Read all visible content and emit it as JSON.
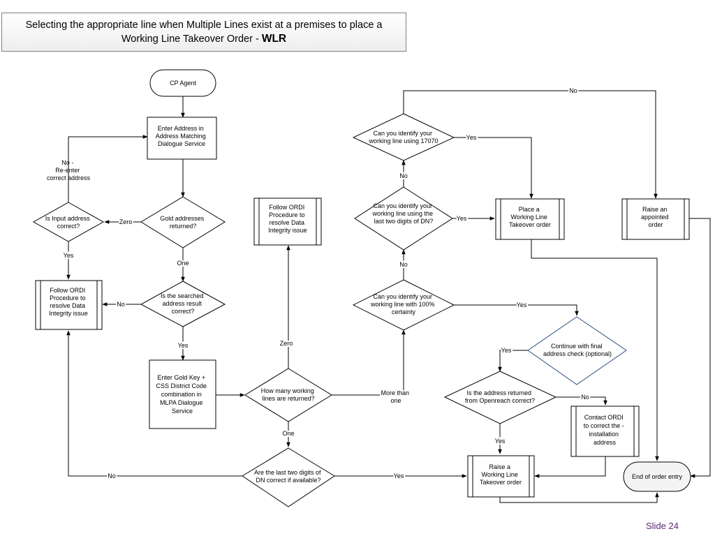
{
  "title": {
    "main": "Selecting the appropriate line when Multiple Lines exist at a premises to place a Working Line Takeover Order -",
    "emphasis": "WLR"
  },
  "slide_label": "Slide 24",
  "nodes": {
    "start": [
      "CP Agent"
    ],
    "enter_address": [
      "Enter  Address in",
      "Address Matching",
      "Dialogue Service"
    ],
    "gold_returned": [
      "Gold addresses",
      "returned?"
    ],
    "input_correct": [
      "Is Input address",
      "correct?"
    ],
    "ordi_left": [
      "Follow ORDI",
      "Procedure to",
      "resolve Data",
      "Integrity issue"
    ],
    "searched_correct": [
      "Is the searched",
      "address result",
      "correct?"
    ],
    "enter_gold_key": [
      "Enter Gold Key +",
      "CSS District Code",
      "combination in",
      "MLPA Dialogue",
      "Service"
    ],
    "how_many_lines": [
      "How many working",
      "lines are returned?"
    ],
    "ordi_mid": [
      "Follow ORDI",
      "Procedure to",
      "resolve Data",
      "Integrity issue"
    ],
    "last_two_correct": [
      "Are the last two digits of",
      "DN correct if available?"
    ],
    "identify_100": [
      "Can you identify your",
      "working line with 100%",
      "certainty"
    ],
    "identify_dn": [
      "Can you identify your",
      "working line using the",
      "last two digits of DN?"
    ],
    "identify_17070": [
      "Can you identify your",
      "working line using 17070"
    ],
    "place_wlto": [
      "Place a",
      "Working Line",
      "Takeover order"
    ],
    "raise_appointed": [
      "Raise an",
      "appointed",
      "order"
    ],
    "final_check": [
      "Continue with final",
      "address check (optional)"
    ],
    "openreach_correct": [
      "Is the address returned",
      "from Openreach correct?"
    ],
    "contact_ordi": [
      "Contact ORDI",
      "to correct the -",
      "installation",
      "address"
    ],
    "raise_wlto": [
      "Raise a",
      "Working Line",
      "Takeover order"
    ],
    "end": [
      "End of order entry"
    ]
  },
  "labels": {
    "no_reenter": [
      "No -",
      "Re-enter",
      "correct address"
    ],
    "zero_left": "Zero",
    "yes_input": "Yes",
    "one_gold": "One",
    "no_searched": "No",
    "yes_searched": "Yes",
    "zero_mid": "Zero",
    "one_lines": "One",
    "more_than_one": [
      "More than",
      "one"
    ],
    "no_bottom": "No",
    "yes_bottom": "Yes",
    "no_dn": "No",
    "no_17070": "No",
    "yes_17070": "Yes",
    "yes_dn": "Yes",
    "yes_100": "Yes",
    "no_top": "No",
    "yes_final": "Yes",
    "no_openreach": "No",
    "yes_openreach": "Yes"
  }
}
